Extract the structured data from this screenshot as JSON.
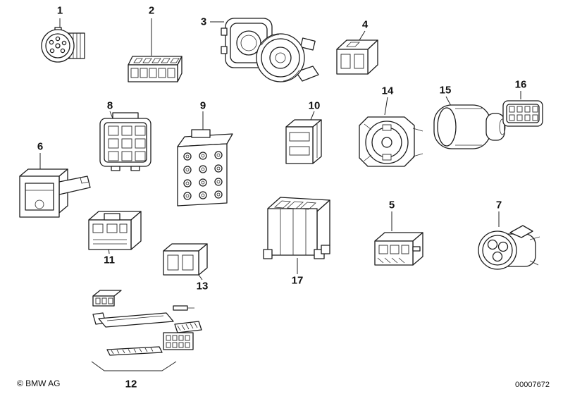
{
  "footer": {
    "copyright": "© BMW AG",
    "part_number": "00007672"
  },
  "items": [
    {
      "id": 1,
      "label": "1"
    },
    {
      "id": 2,
      "label": "2"
    },
    {
      "id": 3,
      "label": "3"
    },
    {
      "id": 4,
      "label": "4"
    },
    {
      "id": 5,
      "label": "5"
    },
    {
      "id": 6,
      "label": "6"
    },
    {
      "id": 7,
      "label": "7"
    },
    {
      "id": 8,
      "label": "8"
    },
    {
      "id": 9,
      "label": "9"
    },
    {
      "id": 10,
      "label": "10"
    },
    {
      "id": 11,
      "label": "11"
    },
    {
      "id": 12,
      "label": "12"
    },
    {
      "id": 13,
      "label": "13"
    },
    {
      "id": 14,
      "label": "14"
    },
    {
      "id": 15,
      "label": "15"
    },
    {
      "id": 16,
      "label": "16"
    },
    {
      "id": 17,
      "label": "17"
    }
  ],
  "colors": {
    "line": "#1c1c1c",
    "background": "#ffffff"
  }
}
